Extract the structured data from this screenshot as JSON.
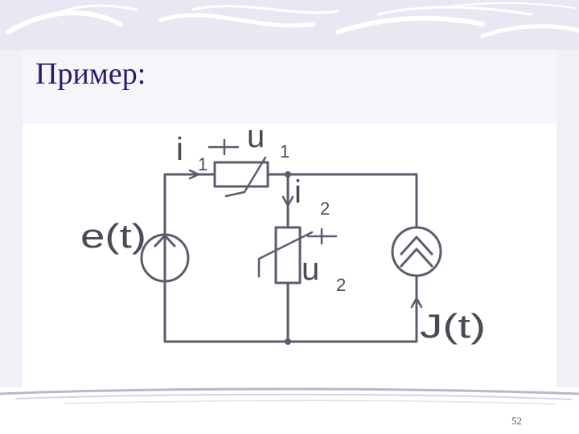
{
  "slide": {
    "title": "Пример:",
    "page_number": "52"
  },
  "diagram": {
    "source_voltage_label": "e(t)",
    "source_current_label": "J(t)",
    "current1": {
      "symbol": "i",
      "index": "1"
    },
    "current2": {
      "symbol": "i",
      "index": "2"
    },
    "voltage1": {
      "symbol": "u",
      "index": "1"
    },
    "voltage2": {
      "symbol": "u",
      "index": "2"
    },
    "colors": {
      "wire": "#5c5c6c",
      "title": "#2a1a6e",
      "text": "#4a4a55",
      "background_band": "#eceaf4"
    }
  }
}
